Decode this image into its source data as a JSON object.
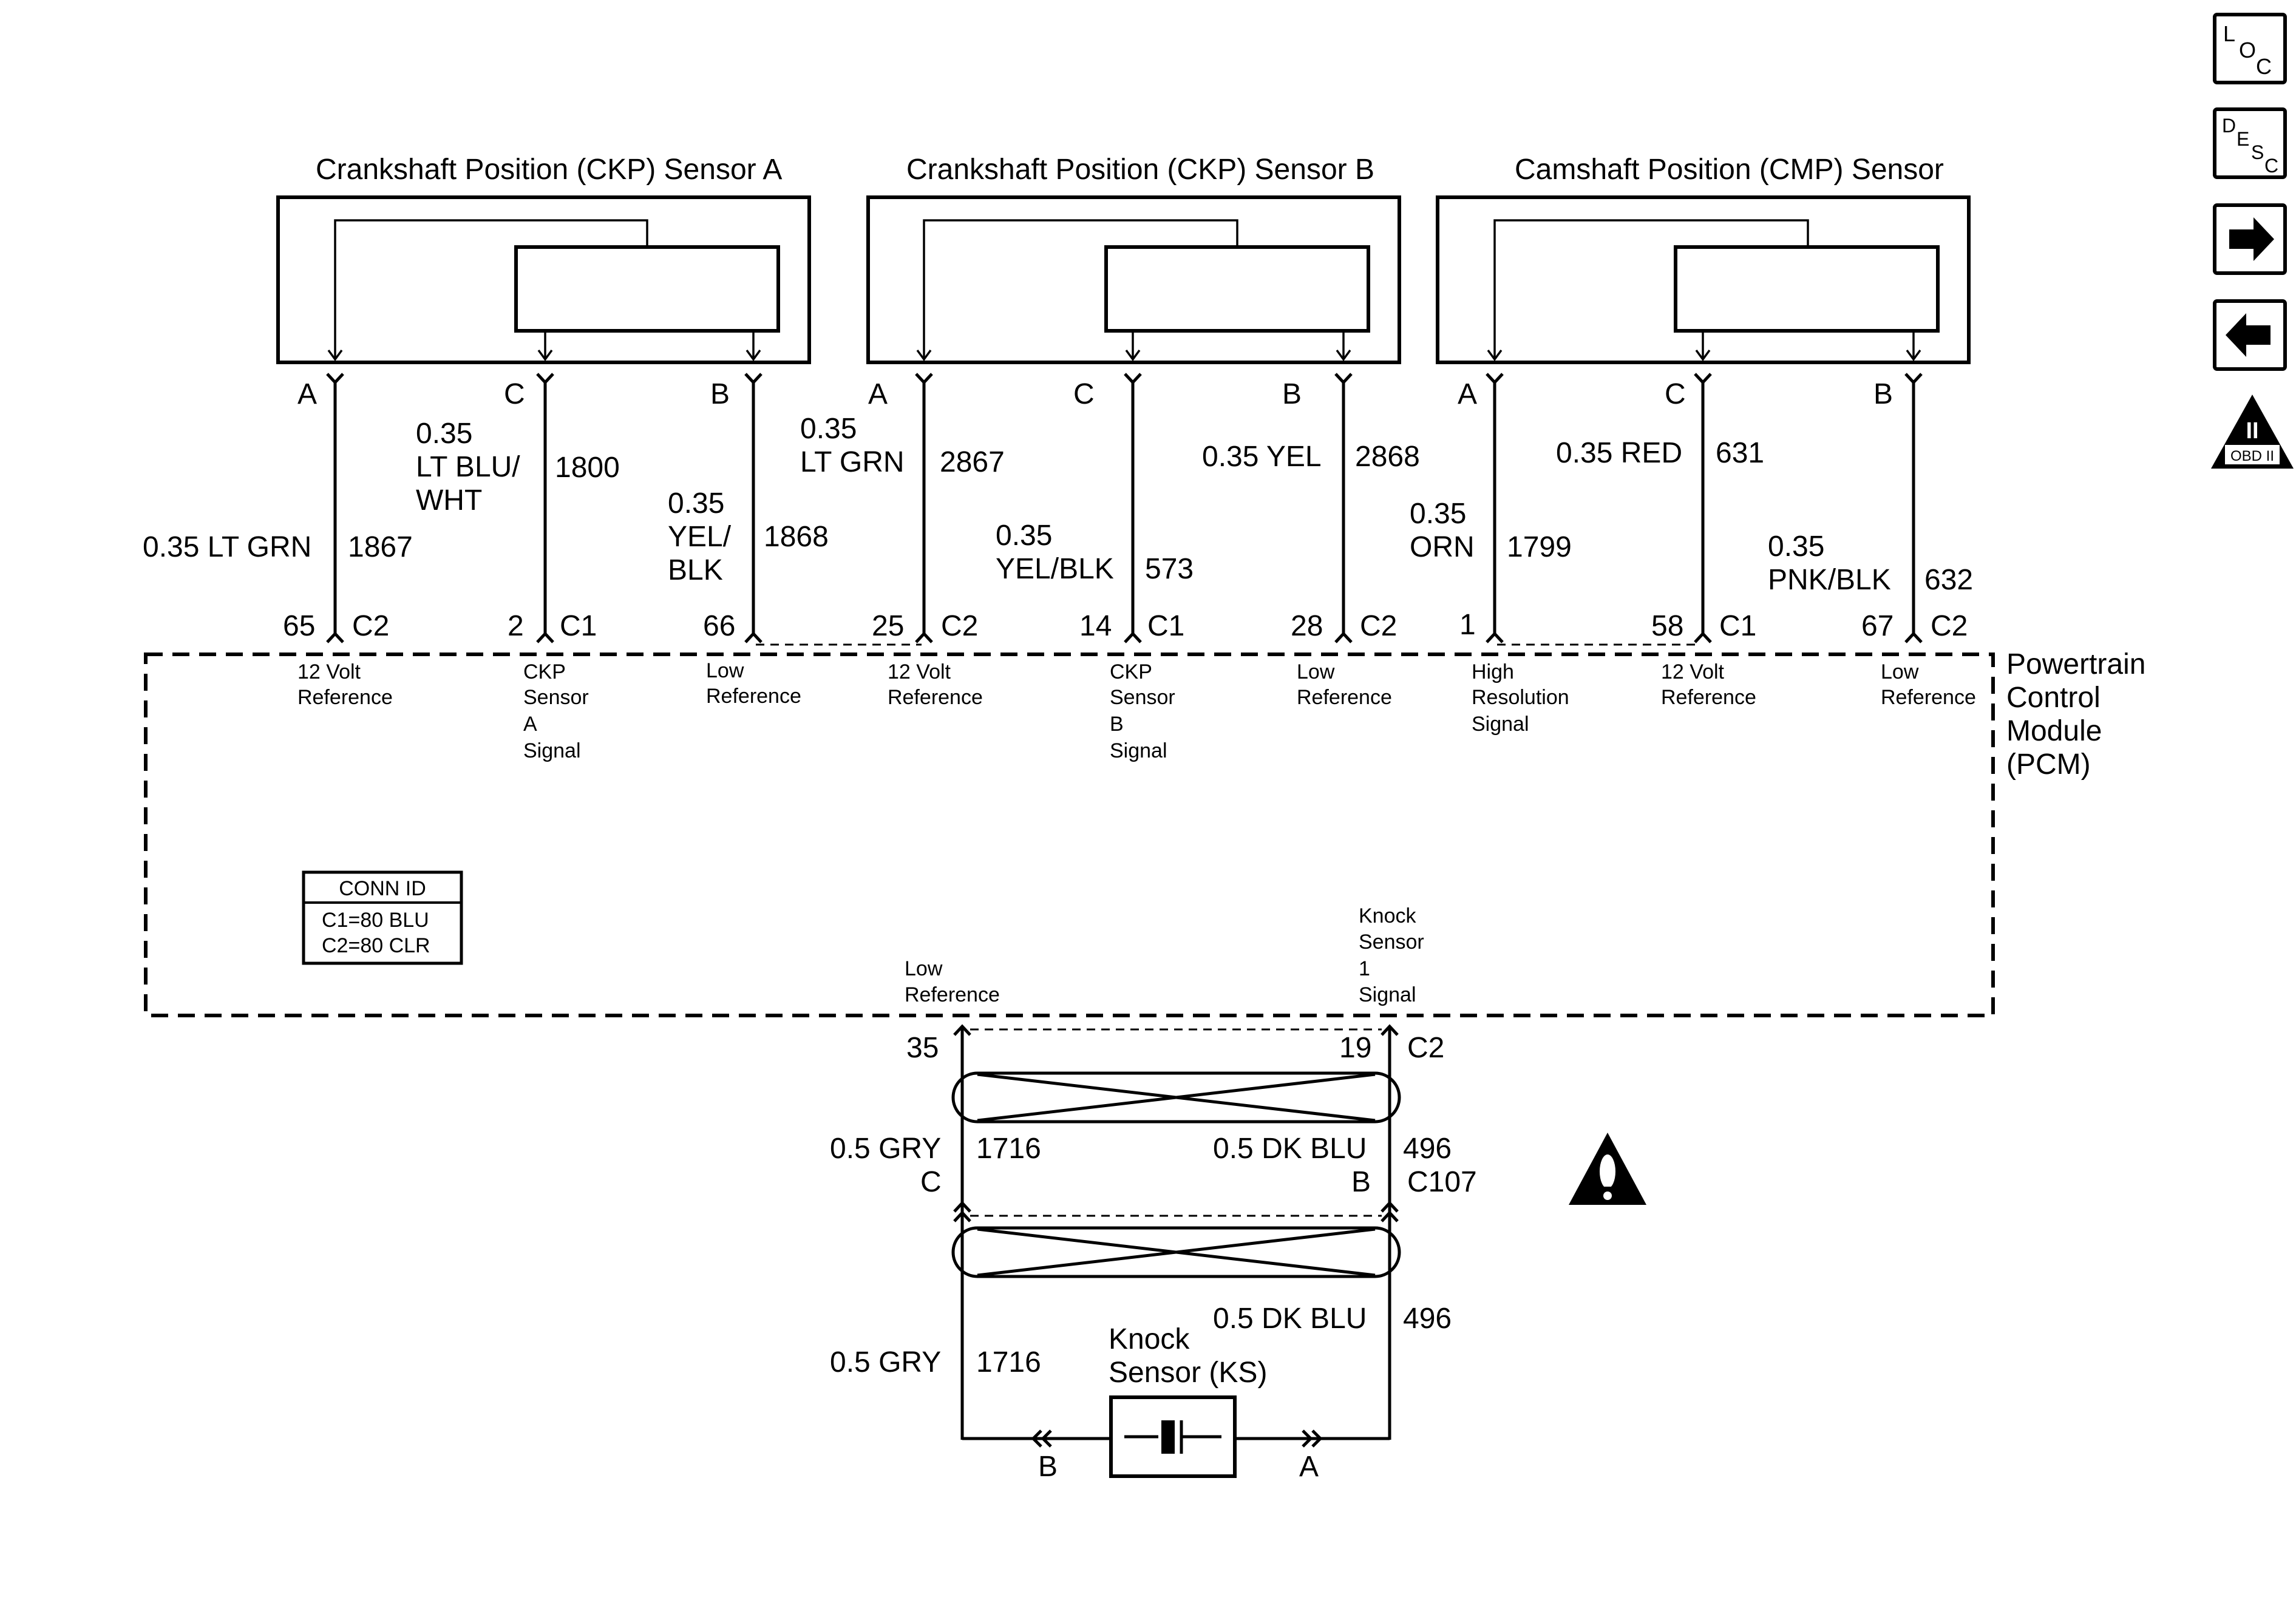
{
  "components": {
    "ckp_a": {
      "title": "Crankshaft Position (CKP) Sensor A"
    },
    "ckp_b": {
      "title": "Crankshaft Position (CKP) Sensor B"
    },
    "cmp": {
      "title": "Camshaft Position (CMP) Sensor"
    },
    "ks": {
      "title_line1": "Knock",
      "title_line2": "Sensor (KS)"
    }
  },
  "pin_letters": {
    "a": "A",
    "b": "B",
    "c": "C"
  },
  "wires": [
    {
      "gauge": "0.35 LT GRN",
      "circuit": "1867",
      "pcm_pin": "65",
      "conn": "C2"
    },
    {
      "gauge_l1": "0.35",
      "gauge_l2": "LT BLU/",
      "gauge_l3": "WHT",
      "circuit": "1800",
      "pcm_pin": "2",
      "conn": "C1"
    },
    {
      "gauge_l1": "0.35",
      "gauge_l2": "YEL/",
      "gauge_l3": "BLK",
      "circuit": "1868",
      "pcm_pin": "66"
    },
    {
      "gauge_l1": "0.35",
      "gauge_l2": "LT GRN",
      "circuit": "2867",
      "pcm_pin": "25",
      "conn": "C2"
    },
    {
      "gauge_l1": "0.35",
      "gauge_l2": "YEL/BLK",
      "circuit": "573",
      "pcm_pin": "14",
      "conn": "C1"
    },
    {
      "gauge": "0.35 YEL",
      "circuit": "2868",
      "pcm_pin": "28",
      "conn": "C2"
    },
    {
      "gauge_l1": "0.35",
      "gauge_l2": "ORN",
      "circuit": "1799",
      "pcm_pin": "1"
    },
    {
      "gauge": "0.35 RED",
      "circuit": "631",
      "pcm_pin": "58",
      "conn": "C1"
    },
    {
      "gauge_l1": "0.35",
      "gauge_l2": "PNK/BLK",
      "circuit": "632",
      "pcm_pin": "67",
      "conn": "C2"
    }
  ],
  "pcm_labels": {
    "p1": [
      "12 Volt",
      "Reference"
    ],
    "p2": [
      "CKP",
      "Sensor",
      "A",
      "Signal"
    ],
    "p3": [
      "Low",
      "Reference"
    ],
    "p4": [
      "12 Volt",
      "Reference"
    ],
    "p5": [
      "CKP",
      "Sensor",
      "B",
      "Signal"
    ],
    "p6": [
      "Low",
      "Reference"
    ],
    "p7": [
      "High",
      "Resolution",
      "Signal"
    ],
    "p8": [
      "12 Volt",
      "Reference"
    ],
    "p9": [
      "Low",
      "Reference"
    ],
    "low_ref": [
      "Low",
      "Reference"
    ],
    "knock": [
      "Knock",
      "Sensor",
      "1",
      "Signal"
    ]
  },
  "pcm": {
    "l1": "Powertrain",
    "l2": "Control",
    "l3": "Module",
    "l4": "(PCM)"
  },
  "conn_id": {
    "header": "CONN ID",
    "c1": "C1=80 BLU",
    "c2": "C2=80 CLR"
  },
  "knock": {
    "pin_left": "35",
    "pin_right": "19",
    "conn_pcm": "C2",
    "wire_left_gauge": "0.5 GRY",
    "wire_left_circuit": "1716",
    "wire_right_gauge": "0.5 DK BLU",
    "wire_right_circuit": "496",
    "c107_left": "C",
    "c107_right": "B",
    "c107": "C107",
    "ks_pin_b": "B",
    "ks_pin_a": "A"
  },
  "nav": {
    "loc": {
      "l": "L",
      "o": "O",
      "c": "C"
    },
    "desc": {
      "d": "D",
      "e": "E",
      "s": "S",
      "c": "C"
    },
    "obd": {
      "roman": "II",
      "label": "OBD II"
    },
    "icons": [
      "loc-icon",
      "desc-icon",
      "next-arrow-icon",
      "back-arrow-icon",
      "obd-ii-icon",
      "caution-icon"
    ]
  }
}
